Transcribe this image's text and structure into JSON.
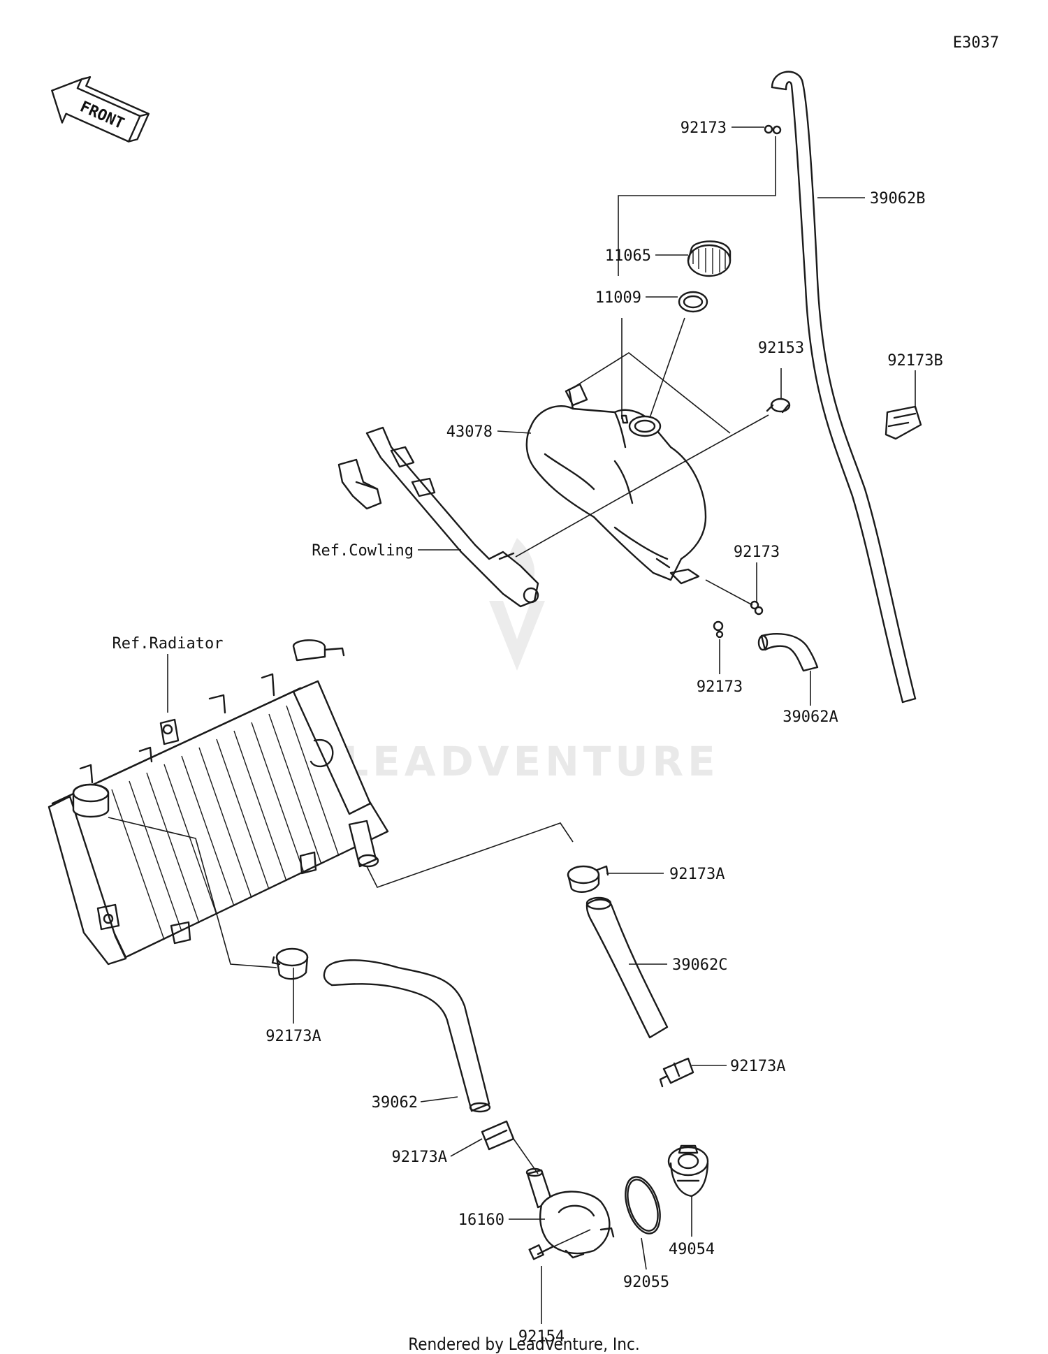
{
  "diagram_code": "E3037",
  "front_label": "FRONT",
  "watermark": "LEADVENTURE",
  "footer": "Rendered by LeadVenture, Inc.",
  "labels": {
    "p92173_top": "92173",
    "p39062B": "39062B",
    "p11065": "11065",
    "p11009": "11009",
    "p92153": "92153",
    "p92173B": "92173B",
    "p43078": "43078",
    "ref_cowling": "Ref.Cowling",
    "p92173_mid": "92173",
    "p92173_low": "92173",
    "p39062A": "39062A",
    "ref_radiator": "Ref.Radiator",
    "p92173A_r": "92173A",
    "p39062C": "39062C",
    "p92173A_l": "92173A",
    "p92173A_b": "92173A",
    "p39062": "39062",
    "p92173A_p": "92173A",
    "p16160": "16160",
    "p92055": "92055",
    "p49054": "49054",
    "p92154": "92154"
  }
}
